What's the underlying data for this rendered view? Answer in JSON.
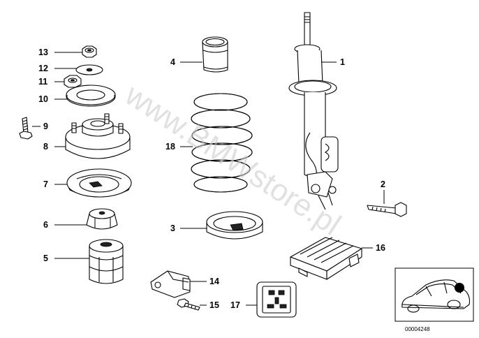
{
  "watermark": "www.BMWstore.pl",
  "catalog_number": "00004248",
  "callouts": [
    {
      "id": "1",
      "label": "1"
    },
    {
      "id": "2",
      "label": "2"
    },
    {
      "id": "3",
      "label": "3"
    },
    {
      "id": "4",
      "label": "4"
    },
    {
      "id": "5",
      "label": "5"
    },
    {
      "id": "6",
      "label": "6"
    },
    {
      "id": "7",
      "label": "7"
    },
    {
      "id": "8",
      "label": "8"
    },
    {
      "id": "9",
      "label": "9"
    },
    {
      "id": "10",
      "label": "10"
    },
    {
      "id": "11",
      "label": "11"
    },
    {
      "id": "12",
      "label": "12"
    },
    {
      "id": "13",
      "label": "13"
    },
    {
      "id": "14",
      "label": "14"
    },
    {
      "id": "15",
      "label": "15"
    },
    {
      "id": "16",
      "label": "16"
    },
    {
      "id": "17",
      "label": "17"
    },
    {
      "id": "18",
      "label": "18"
    }
  ]
}
